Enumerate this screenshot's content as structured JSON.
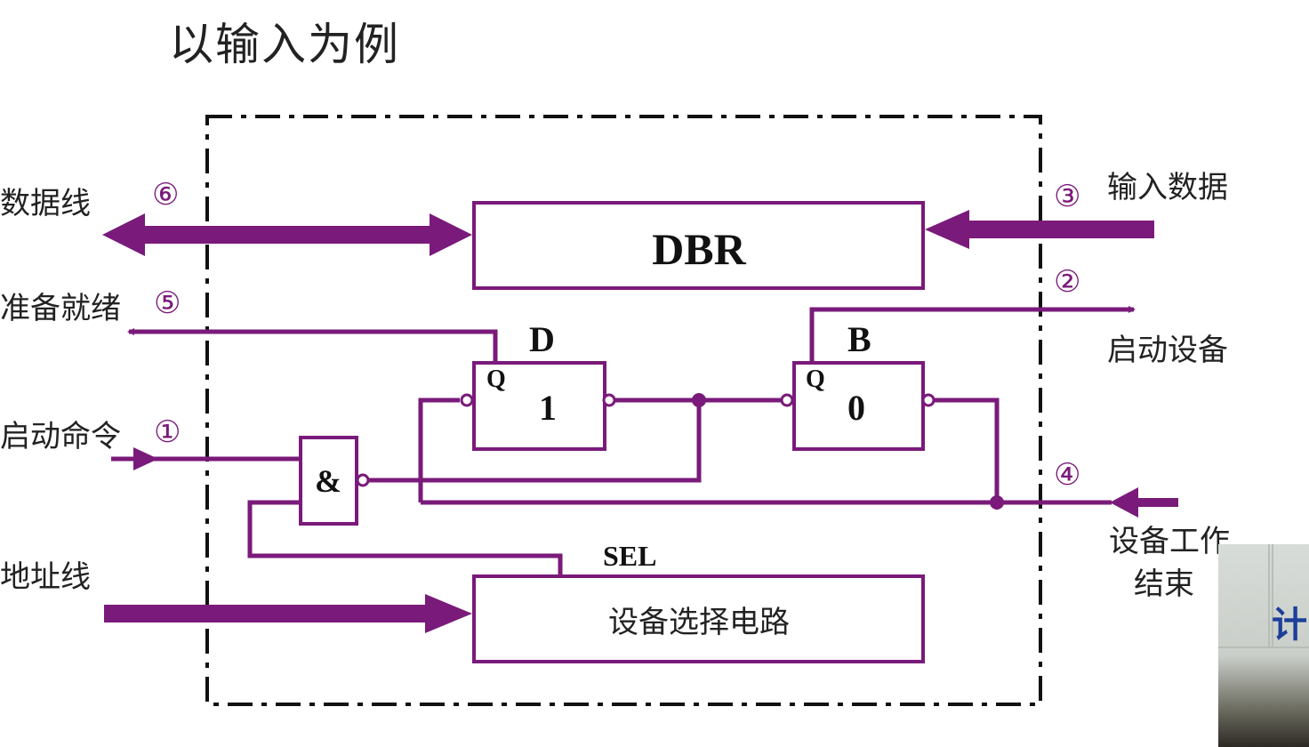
{
  "title": "以输入为例",
  "labels": {
    "data_line": "数据线",
    "ready": "准备就绪",
    "start_cmd": "启动命令",
    "address_line": "地址线",
    "input_data": "输入数据",
    "start_device": "启动设备",
    "device_done_1": "设备工作",
    "device_done_2": "结束",
    "dbr": "DBR",
    "d_label": "D",
    "b_label": "B",
    "q1": "Q",
    "q2": "Q",
    "d_value": "1",
    "b_value": "0",
    "and_gate": "&",
    "sel": "SEL",
    "device_select": "设备选择电路"
  },
  "steps": [
    "①",
    "②",
    "③",
    "④",
    "⑤",
    "⑥"
  ],
  "webcam_text": "计",
  "colors": {
    "wire": "#7a1a7a",
    "text": "#222222"
  }
}
